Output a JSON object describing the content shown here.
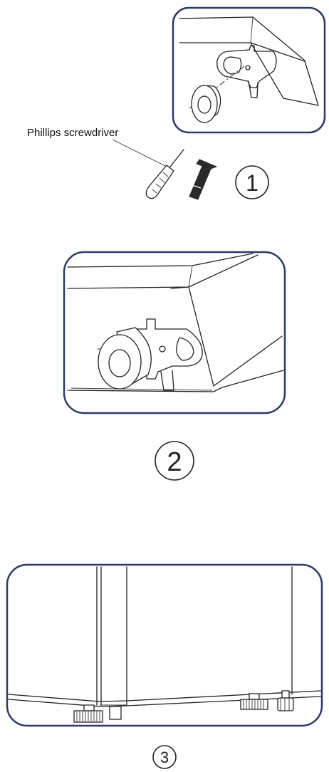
{
  "callouts": {
    "tool_label": "Phillips screwdriver"
  },
  "steps": [
    {
      "number": "1"
    },
    {
      "number": "2"
    },
    {
      "number": "3"
    }
  ],
  "colors": {
    "frame": "#2c3a66",
    "line": "#222222",
    "arrow": "#2a2a2a"
  },
  "icons": [
    "screwdriver-icon",
    "up-arrow-icon"
  ]
}
